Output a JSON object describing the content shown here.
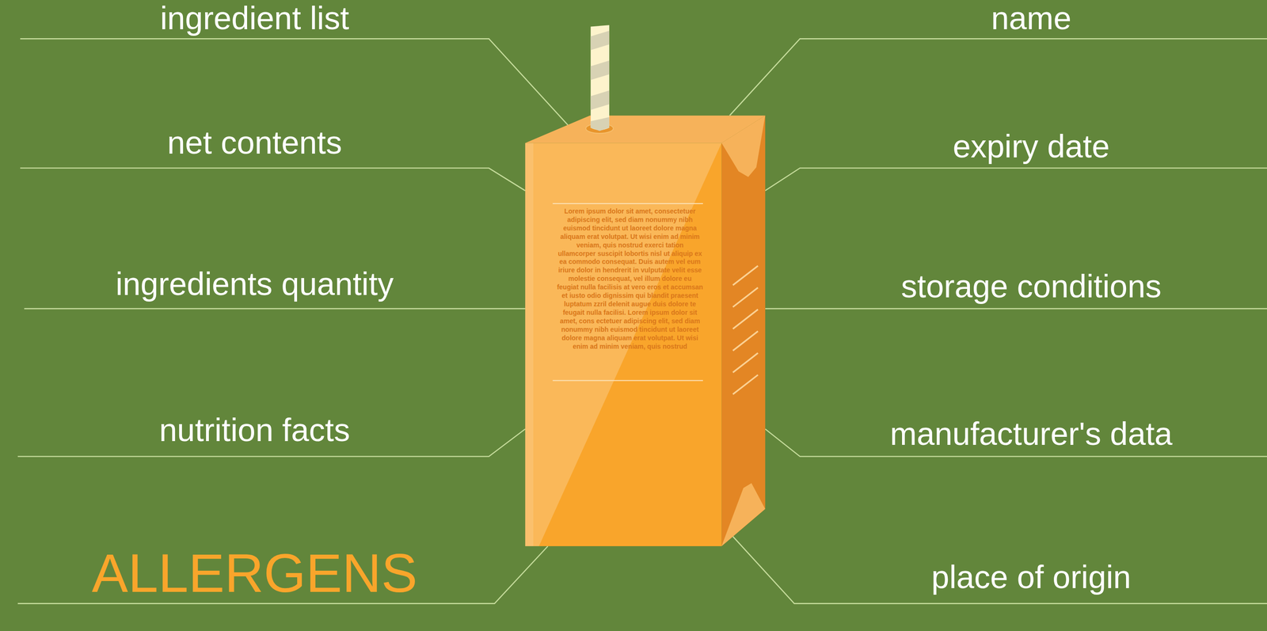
{
  "diagram": {
    "labels": [
      "ingredient list",
      "name",
      "net contents",
      "expiry date",
      "ingredients quantity",
      "storage conditions",
      "nutrition facts",
      "manufacturer's data",
      "ALLERGENS",
      "place of origin",
      "Lorem ipsum dolor sit amet, consectetuer adipiscing elit, sed diam nonummy nibh euismod tincidunt ut laoreet dolore magna aliquam erat volutpat. Ut wisi enim ad minim veniam, quis nostrud exerci tation ullamcorper suscipit lobortis nisl ut aliquip ex ea commodo consequat. Duis autem vel eum iriure dolor in hendrerit in vulputate velit esse molestie consequat, vel illum dolore eu feugiat nulla facilisis at vero eros et accumsan et iusto odio dignissim qui blandit praesent luptatum zzril delenit augue duis dolore te feugait nulla facilisi. Lorem ipsum dolor sit amet, cons ectetuer adipiscing elit, sed diam nonummy nibh euismod tincidunt ut laoreet dolore magna aliquam erat volutpat. Ut wisi enim ad minim veniam, quis nostrud"
    ]
  }
}
